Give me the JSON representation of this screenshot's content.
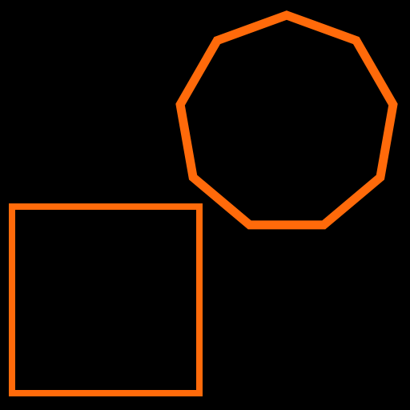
{
  "background_color": "#000000",
  "stroke_color": "#FF6A0A",
  "shapes": [
    {
      "kind": "rectangle",
      "name": "square",
      "fill": "none"
    },
    {
      "kind": "polygon",
      "name": "nonagon",
      "sides": 9,
      "fill": "none"
    }
  ]
}
